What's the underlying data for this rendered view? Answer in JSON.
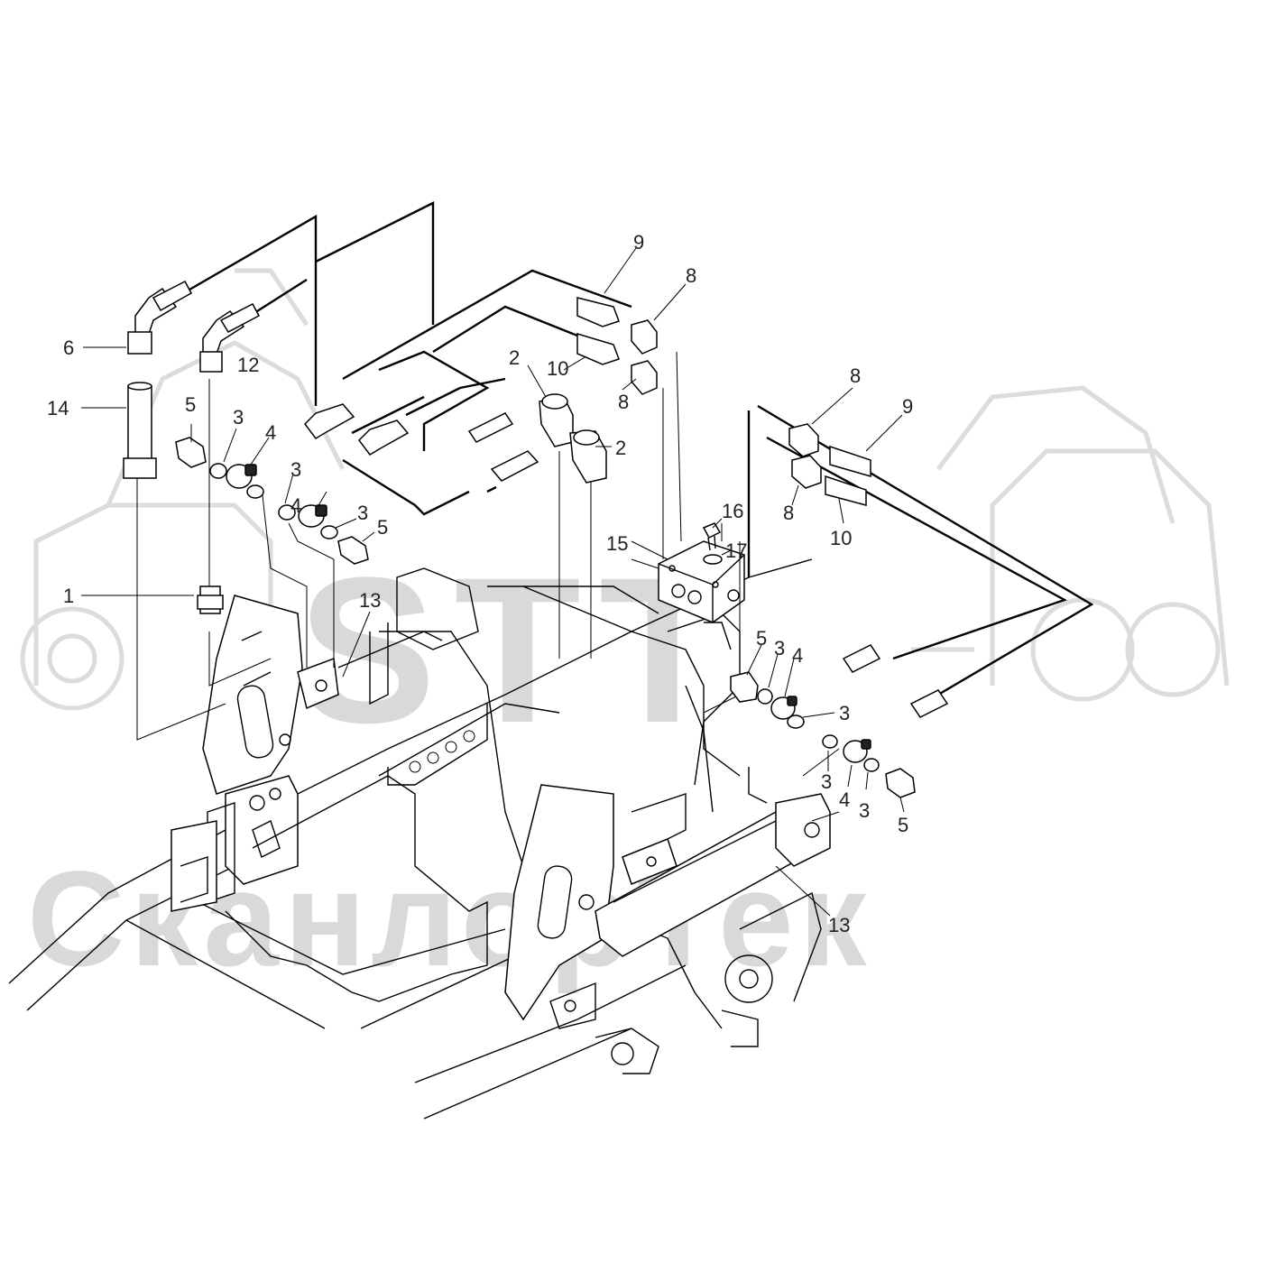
{
  "watermark": {
    "main": "STT",
    "bottom": "СканлорТек"
  },
  "callouts": [
    {
      "id": "c1",
      "text": "1"
    },
    {
      "id": "c2a",
      "text": "2"
    },
    {
      "id": "c2b",
      "text": "2"
    },
    {
      "id": "c3a",
      "text": "3"
    },
    {
      "id": "c3b",
      "text": "3"
    },
    {
      "id": "c3c",
      "text": "3"
    },
    {
      "id": "c3d",
      "text": "3"
    },
    {
      "id": "c3e",
      "text": "3"
    },
    {
      "id": "c3f",
      "text": "3"
    },
    {
      "id": "c3g",
      "text": "3"
    },
    {
      "id": "c4a",
      "text": "4"
    },
    {
      "id": "c4b",
      "text": "4"
    },
    {
      "id": "c4c",
      "text": "4"
    },
    {
      "id": "c4d",
      "text": "4"
    },
    {
      "id": "c5a",
      "text": "5"
    },
    {
      "id": "c5b",
      "text": "5"
    },
    {
      "id": "c5c",
      "text": "5"
    },
    {
      "id": "c5d",
      "text": "5"
    },
    {
      "id": "c6",
      "text": "6"
    },
    {
      "id": "c8a",
      "text": "8"
    },
    {
      "id": "c8b",
      "text": "8"
    },
    {
      "id": "c8c",
      "text": "8"
    },
    {
      "id": "c8d",
      "text": "8"
    },
    {
      "id": "c9a",
      "text": "9"
    },
    {
      "id": "c9b",
      "text": "9"
    },
    {
      "id": "c10a",
      "text": "10"
    },
    {
      "id": "c10b",
      "text": "10"
    },
    {
      "id": "c12",
      "text": "12"
    },
    {
      "id": "c13a",
      "text": "13"
    },
    {
      "id": "c13b",
      "text": "13"
    },
    {
      "id": "c14",
      "text": "14"
    },
    {
      "id": "c15",
      "text": "15"
    },
    {
      "id": "c16",
      "text": "16"
    },
    {
      "id": "c17",
      "text": "17"
    }
  ]
}
